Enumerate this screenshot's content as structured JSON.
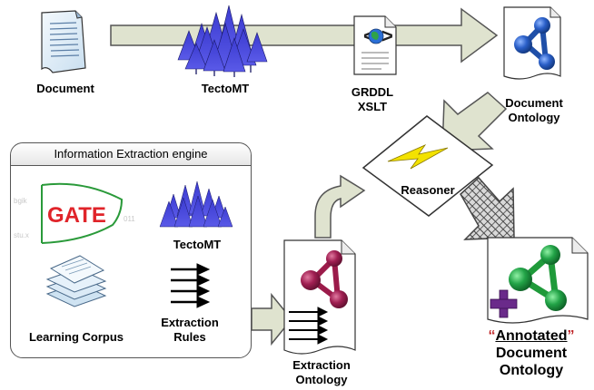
{
  "nodes": {
    "document": "Document",
    "tectomt_top": "TectoMT",
    "grddl_line1": "GRDDL",
    "grddl_line2": "XSLT",
    "doc_ontology_line1": "Document",
    "doc_ontology_line2": "Ontology",
    "reasoner": "Reasoner",
    "extraction_ontology_line1": "Extraction",
    "extraction_ontology_line2": "Ontology",
    "annotated_quote_open": "“",
    "annotated_word": "Annotated",
    "annotated_quote_close": "”",
    "annotated_line2": "Document",
    "annotated_line3": "Ontology"
  },
  "engine": {
    "title": "Information Extraction engine",
    "gate_logo": "GATE",
    "gate_bg_left_top": "bgik",
    "gate_bg_left_bottom": "stu.x",
    "gate_bg_right": "011",
    "tectomt": "TectoMT",
    "learning_corpus": "Learning Corpus",
    "extraction_rules_line1": "Extraction",
    "extraction_rules_line2": "Rules"
  },
  "colors": {
    "arrow_fill": "#dfe3cf",
    "arrow_stroke": "#555555",
    "tree_blue": "#3a3ab0",
    "ontology_blue": "#1f4fa8",
    "ontology_red": "#9b1b4a",
    "ontology_green": "#1f9a3a",
    "gate_red": "#e0242a",
    "plus_purple": "#6a2a8a",
    "bolt_yellow": "#f3e200"
  },
  "icons": [
    "document-icon",
    "tree-icon",
    "globe-script-icon",
    "ontology-icon",
    "lightning-icon",
    "gate-logo-icon",
    "stack-of-papers-icon",
    "rules-arrows-icon",
    "plus-icon"
  ]
}
